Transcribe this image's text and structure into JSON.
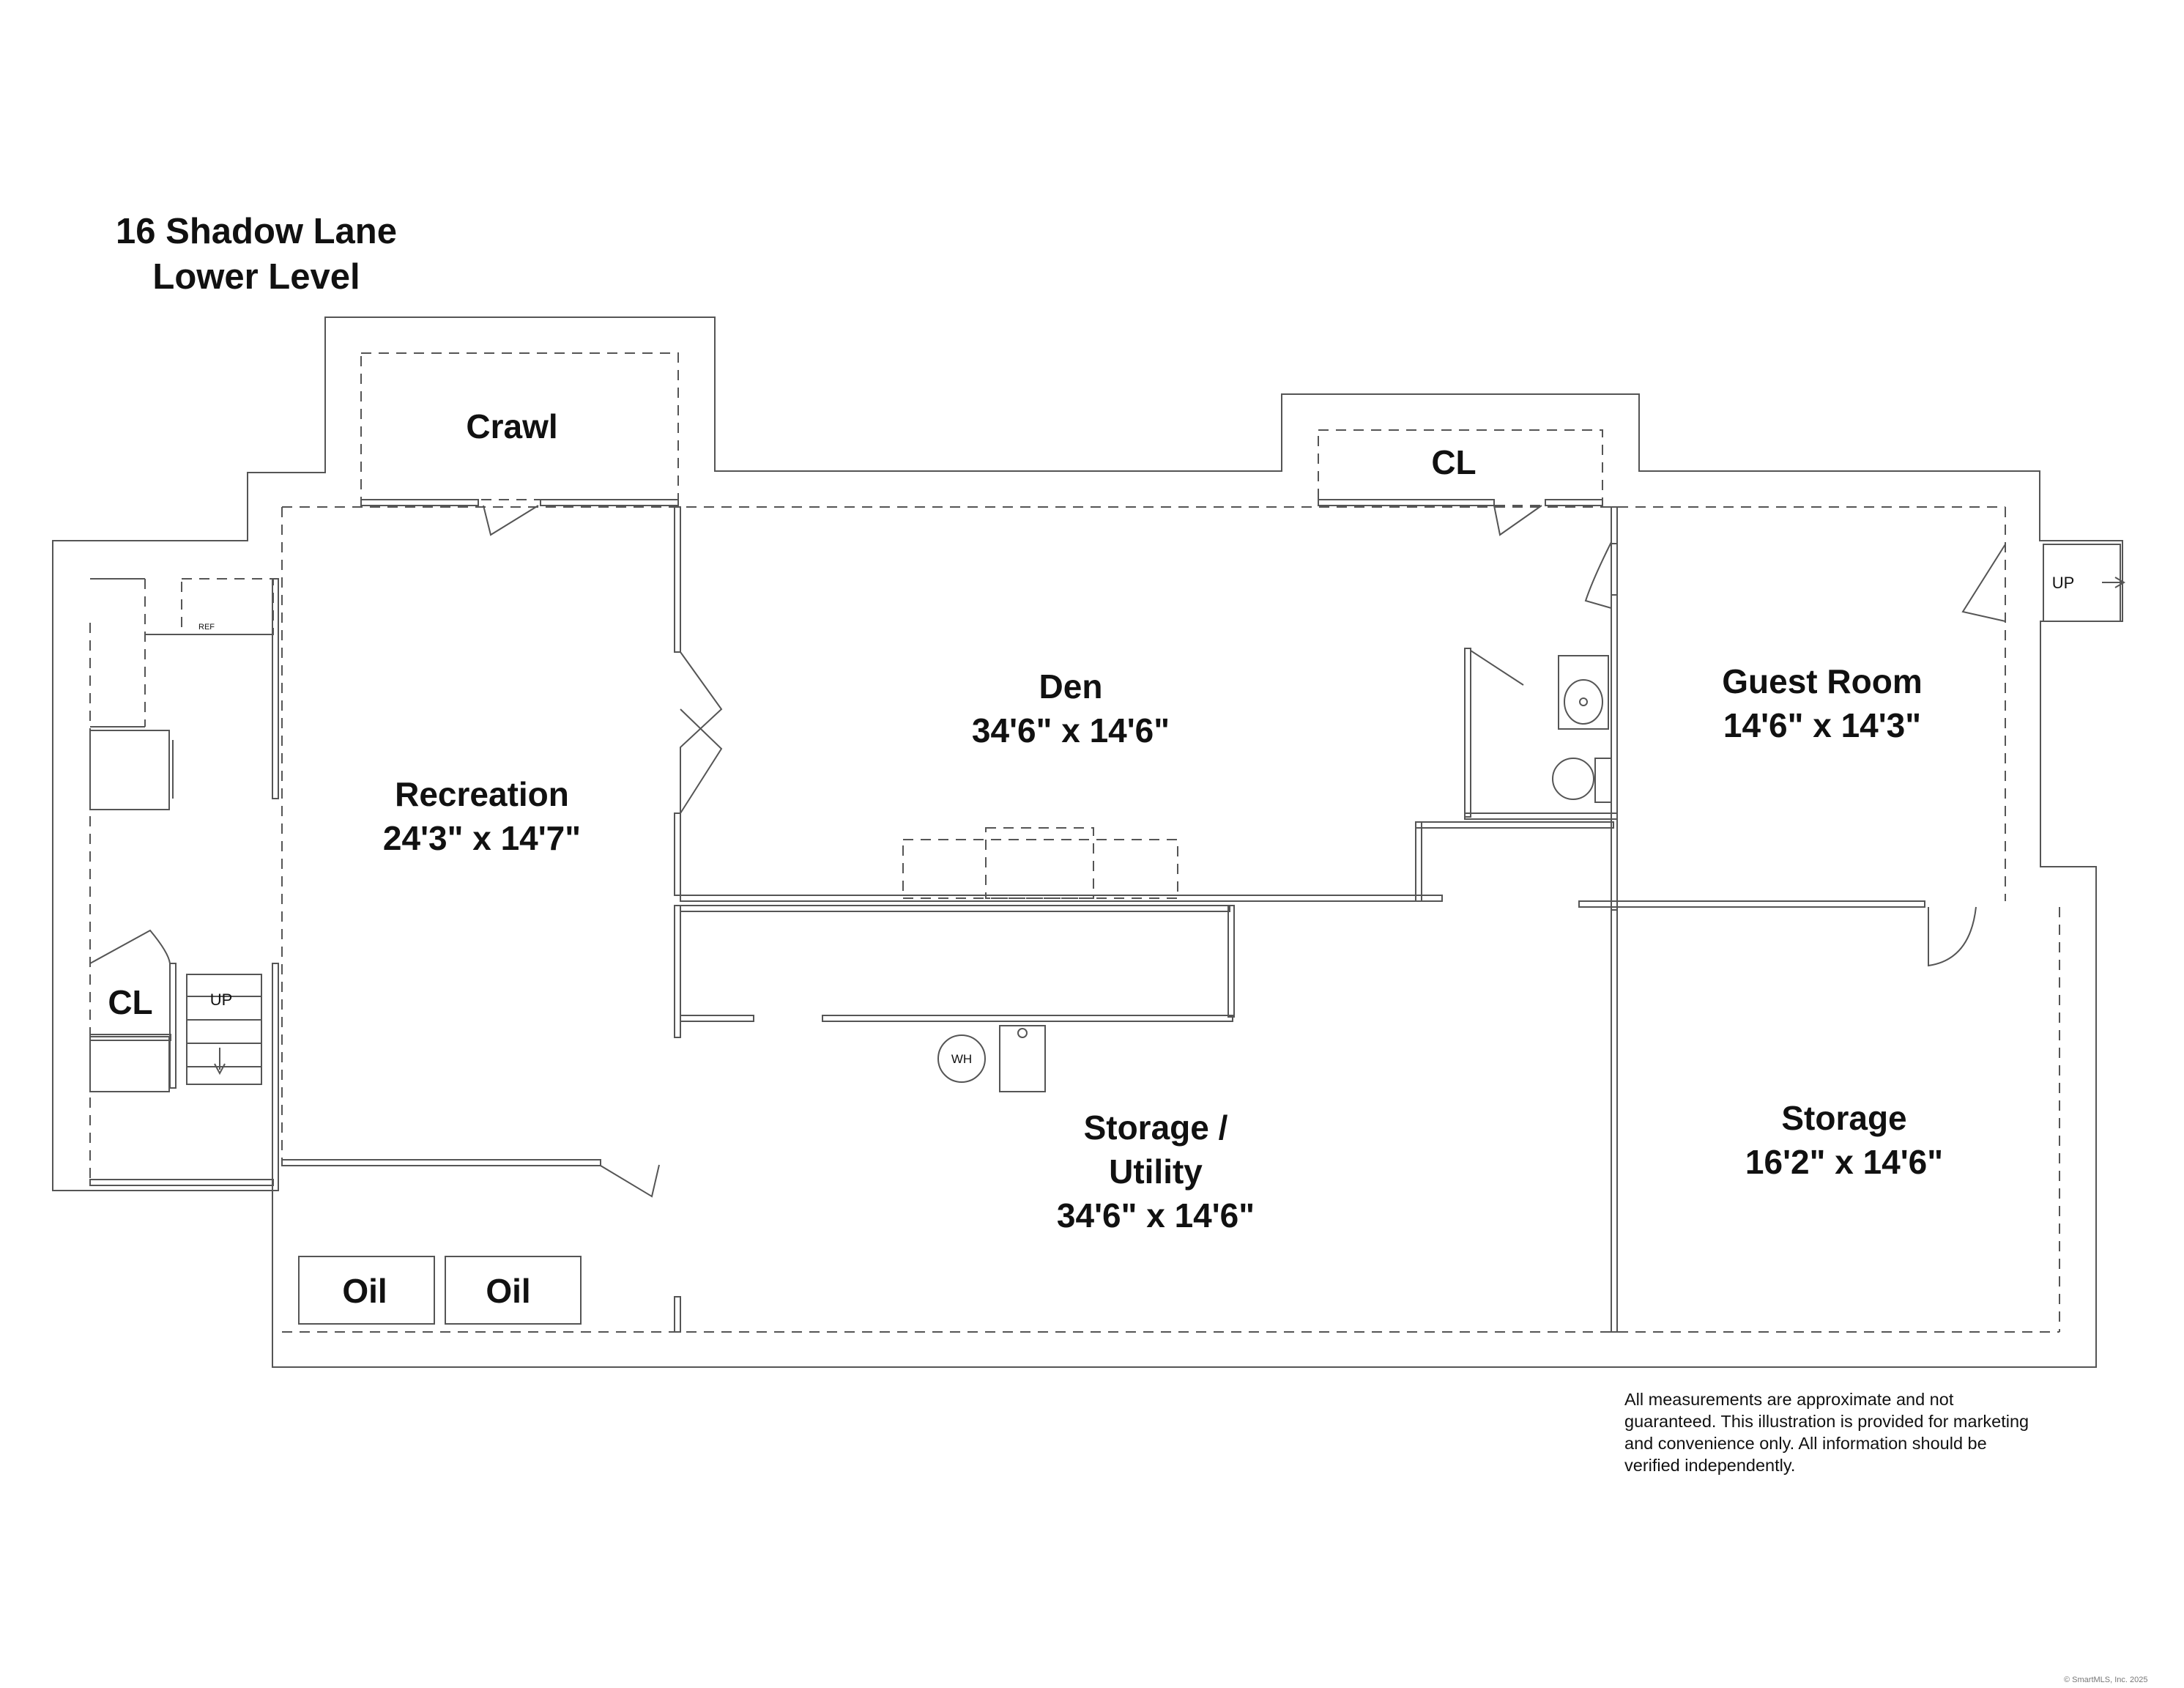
{
  "header": {
    "address": "16 Shadow Lane",
    "level": "Lower Level"
  },
  "rooms": {
    "crawl": {
      "name": "Crawl"
    },
    "cl_top": {
      "name": "CL"
    },
    "den": {
      "name": "Den",
      "size": "34'6\" x 14'6\""
    },
    "guest_room": {
      "name": "Guest Room",
      "size": "14'6\" x 14'3\""
    },
    "recreation": {
      "name": "Recreation",
      "size": "24'3\" x 14'7\""
    },
    "cl_left": {
      "name": "CL"
    },
    "storage_utility": {
      "name_line1": "Storage /",
      "name_line2": "Utility",
      "size": "34'6\" x 14'6\""
    },
    "storage": {
      "name": "Storage",
      "size": "16'2\" x 14'6\""
    },
    "oil_1": {
      "name": "Oil"
    },
    "oil_2": {
      "name": "Oil"
    }
  },
  "fixtures": {
    "stairs_left": "UP",
    "stairs_right": "UP",
    "refrigerator": "REF",
    "water_heater": "WH"
  },
  "footer": {
    "disclaimer": "All measurements are approximate and not guaranteed. This illustration is provided for marketing and convenience only. All information should be verified independently.",
    "copyright": "© SmartMLS, Inc. 2025"
  },
  "colors": {
    "wall": "#555555",
    "text": "#111111",
    "background": "#ffffff"
  }
}
